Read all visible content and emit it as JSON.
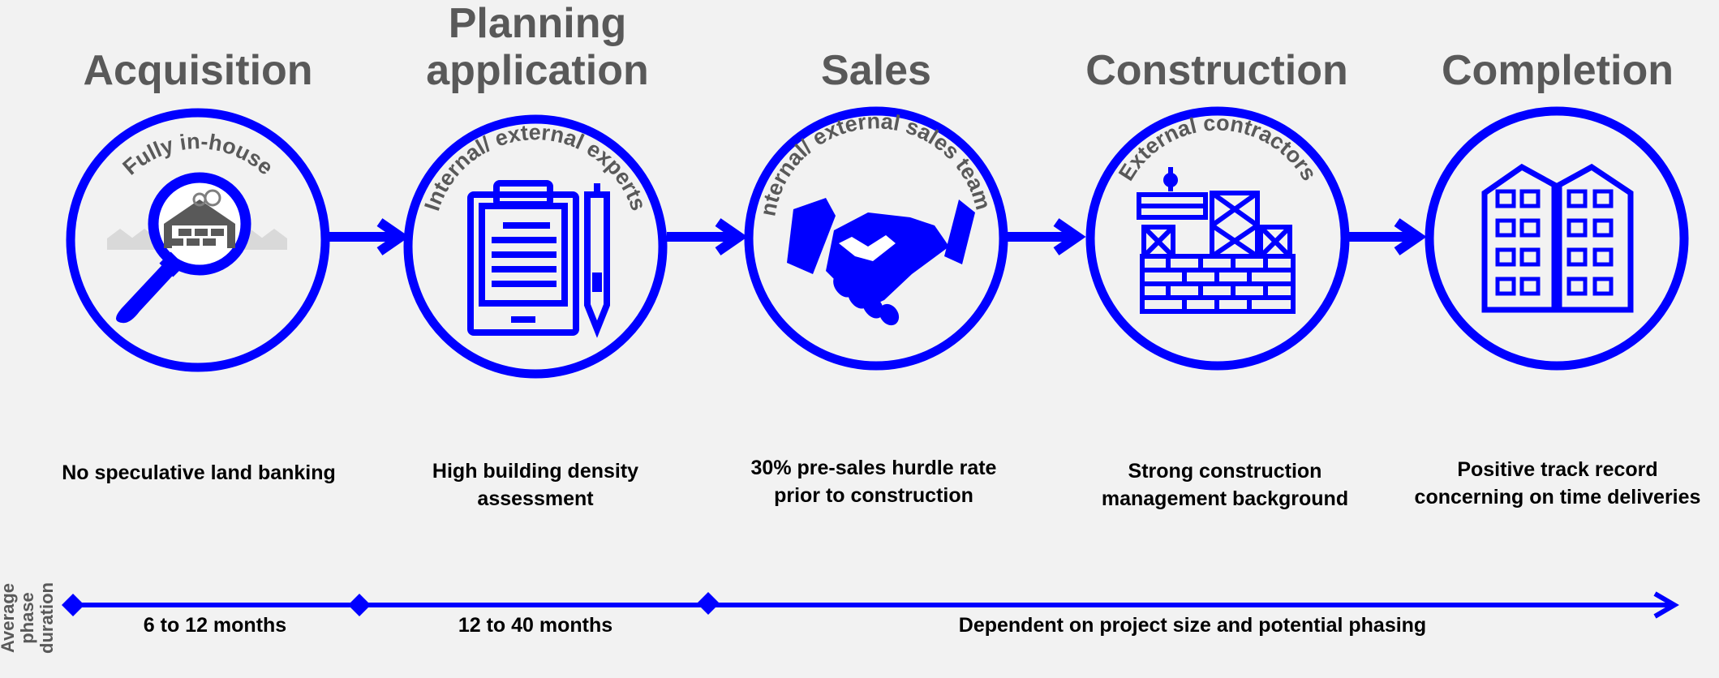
{
  "colors": {
    "accent": "#0000ff",
    "title": "#595959",
    "background": "#f2f2f2",
    "text": "#000000"
  },
  "stages": [
    {
      "title": "Acquisition",
      "ring_label": "Fully in-house",
      "description": "No speculative land banking",
      "icon": "magnifier-warehouse-icon"
    },
    {
      "title": "Planning application",
      "ring_label": "Internal/ external experts",
      "description": "High building density assessment",
      "icon": "clipboard-pen-icon"
    },
    {
      "title": "Sales",
      "ring_label": "Internal/ external sales teams",
      "description": "30% pre-sales hurdle rate prior to construction",
      "icon": "handshake-icon"
    },
    {
      "title": "Construction",
      "ring_label": "External contractors",
      "description": "Strong construction management background",
      "icon": "crane-brickwall-icon"
    },
    {
      "title": "Completion",
      "ring_label": "",
      "description": "Positive track record concerning on time deliveries",
      "icon": "apartment-buildings-icon"
    }
  ],
  "timeline": {
    "axis_label": "Average phase duration",
    "segments": [
      "6 to 12 months",
      "12 to 40 months",
      "Dependent on project size and potential phasing"
    ]
  }
}
